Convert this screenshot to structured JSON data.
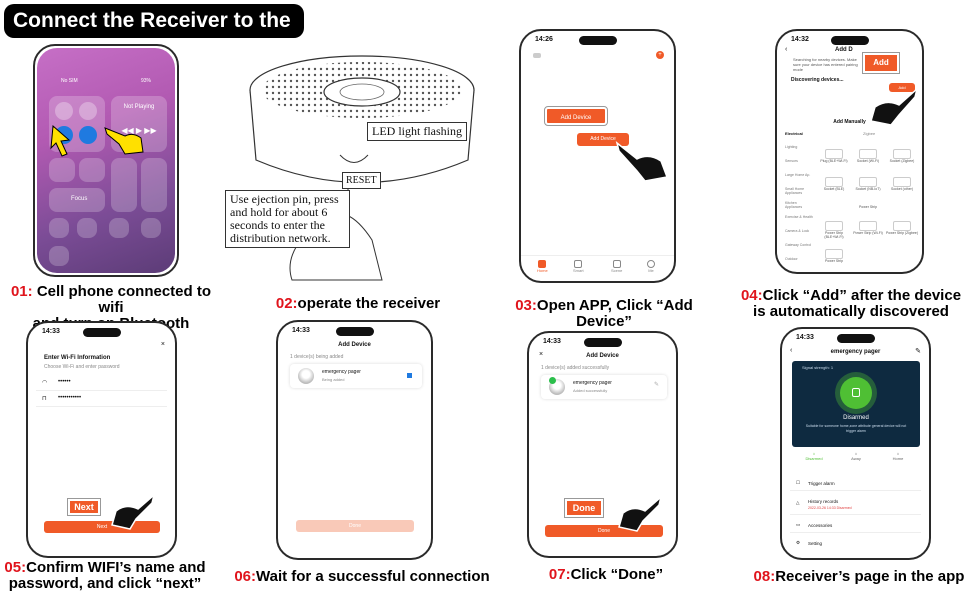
{
  "title": "Connect the Receiver to the App",
  "steps": [
    {
      "num": "01:",
      "line1": " Cell phone connected to wifi",
      "line2": "and turn on Bluetooth"
    },
    {
      "num": "02:",
      "text": "operate the receiver"
    },
    {
      "num": "03:",
      "text": "Open APP, Click “Add Device”"
    },
    {
      "num": "04:",
      "line1": "Click “Add” after the device",
      "line2": "is automatically discovered"
    },
    {
      "num": "05:",
      "line1": "Confirm WIFI’s name and",
      "line2": "password, and click “next”"
    },
    {
      "num": "06:",
      "text": "Wait for a successful connection"
    },
    {
      "num": "07:",
      "text": "Click “Done”"
    },
    {
      "num": "08:",
      "text": "Receiver’s page in the app"
    }
  ],
  "receiver": {
    "led_label": "LED light flashing",
    "reset_label": "RESET",
    "instruction": "Use ejection pin, press and hold for about 6 seconds to enter the distribution network."
  },
  "phone1": {
    "carrier": "No SIM",
    "battery": "93%",
    "now_playing": "Not Playing",
    "focus": "Focus"
  },
  "phone3": {
    "time": "14:26",
    "add_device": "Add Device",
    "callout": "Add Device",
    "tabs": [
      "Home",
      "Smart",
      "Scene",
      "Me"
    ]
  },
  "phone4": {
    "time": "14:32",
    "title": "Add D",
    "searching": "Searching for nearby devices. Make sure your device has entered pairing mode",
    "discovering": "Discovering devices...",
    "add_small": "Add",
    "callout": "Add",
    "manual": "Add Manually",
    "cat_electrical": "Electrical",
    "cat_zigbee": "Zigbee",
    "side_cats": [
      "Lighting",
      "Sensors",
      "Large Home Ap.",
      "Small Home Appliances",
      "Kitchen Appliances",
      "Exercise & Health",
      "Camera & Lock",
      "Gateway Control",
      "Outdoor"
    ],
    "grid_labels": [
      "Plug (BLE+Wi-Fi)",
      "Socket (Wi-Fi)",
      "Socket (Zigbee)",
      "Socket (BLE)",
      "Socket (NB-IoT)",
      "Socket (other)",
      "Power Strip",
      "Power Strip (BLE+Wi-Fi)",
      "Power Strip (Wi-Fi)",
      "Power Strip (Zigbee)",
      "Power Strip"
    ]
  },
  "phone5": {
    "time": "14:33",
    "heading": "Enter Wi-Fi Information",
    "sub": "Choose Wi-Fi and enter password",
    "ssid": "••••••",
    "password": "•••••••••••",
    "next": "Next",
    "callout": "Next"
  },
  "phone6": {
    "time": "14:33",
    "title": "Add Device",
    "status": "1 device(s) being added",
    "device": "emergency pager",
    "device_status": "Being added",
    "done": "Done"
  },
  "phone7": {
    "time": "14:33",
    "title": "Add Device",
    "status": "1 device(s) added successfully",
    "device": "emergency pager",
    "device_status": "Added successfully",
    "done": "Done",
    "callout": "Done"
  },
  "phone8": {
    "time": "14:33",
    "title": "emergency pager",
    "signal": "Signal strength: 1",
    "state": "Disarmed",
    "desc": "Suitable for someone home,zone attribute general device will not trigger alarm",
    "modes": [
      "Disarmed",
      "Away",
      "Home"
    ],
    "trigger": "Trigger alarm",
    "history": "History records",
    "history_time": "2022-03-26 14:33 Disarmed",
    "accessories": "Accessories",
    "setting": "Setting"
  }
}
